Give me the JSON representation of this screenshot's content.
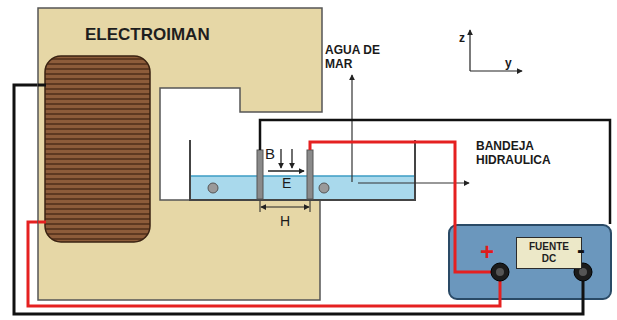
{
  "diagram": {
    "nodes": [
      {
        "text": [
          "ELECTROIMAN"
        ]
      },
      {
        "text": [
          "FUENTE DC",
          "+",
          "-"
        ]
      }
    ],
    "edges": [
      {
        "from": 1,
        "to": 0,
        "arrow": "none"
      },
      {
        "from": 1,
        "to": 0,
        "arrow": "none"
      }
    ],
    "labels": [
      "AGUA DE MAR",
      "BANDEJA HIDRAULICA",
      "B",
      "E",
      "H",
      "z",
      "y"
    ]
  }
}
